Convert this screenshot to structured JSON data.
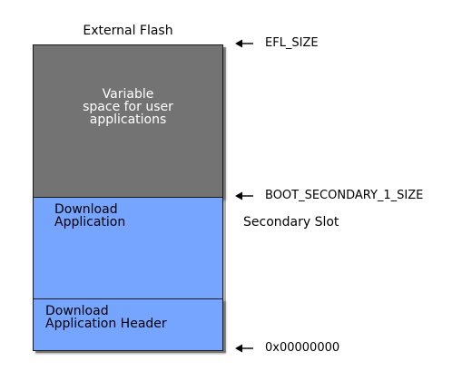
{
  "title": "External Flash",
  "blocks": {
    "variable": {
      "lines": [
        "Variable",
        "space for user",
        "applications"
      ],
      "color": "#737373"
    },
    "download": {
      "lines": [
        "Download",
        "Application"
      ],
      "color": "#75a5ff"
    },
    "header": {
      "lines": [
        "Download",
        "Application Header"
      ],
      "color": "#75a5ff"
    }
  },
  "markers": {
    "top": "EFL_SIZE",
    "boundary": "BOOT_SECONDARY_1_SIZE",
    "bottom": "0x00000000"
  },
  "slot_label": "Secondary Slot"
}
